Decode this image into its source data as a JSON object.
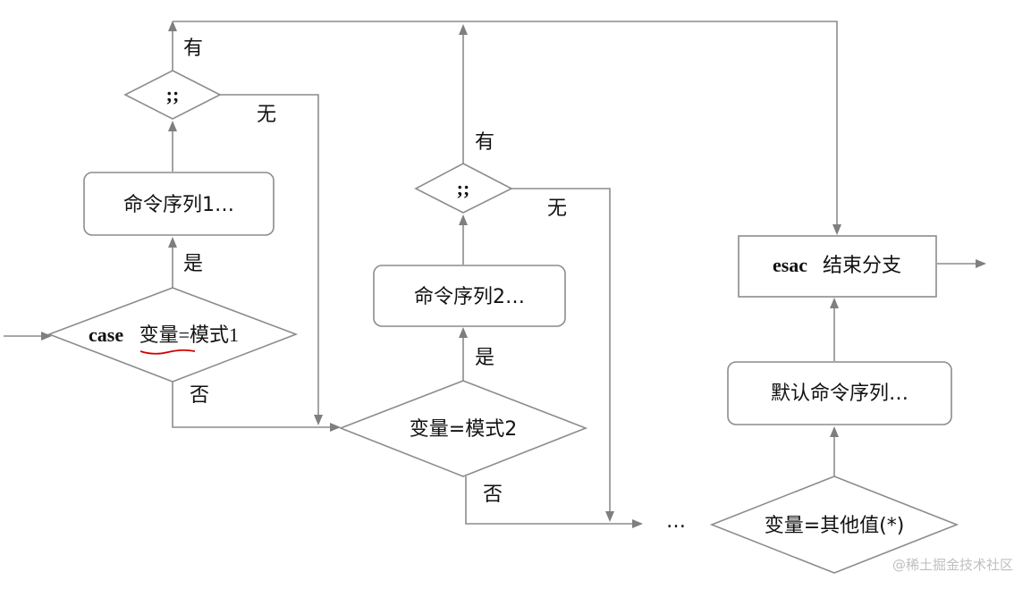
{
  "nodes": {
    "decision1": {
      "keyword": "case",
      "variable": "变量",
      "rest": "=模式1"
    },
    "decision2": {
      "text": "变量=模式2"
    },
    "decision3": {
      "text": "变量=其他值(*)"
    },
    "cmd1": {
      "text": "命令序列1…"
    },
    "cmd2": {
      "text": "命令序列2…"
    },
    "cmd_default": {
      "text": "默认命令序列…"
    },
    "check1": {
      "text": ";;"
    },
    "check2": {
      "text": ";;"
    },
    "end": {
      "keyword": "esac",
      "text": "结束分支"
    }
  },
  "labels": {
    "yes1": "是",
    "no1": "否",
    "has1": "有",
    "none1": "无",
    "yes2": "是",
    "no2": "否",
    "has2": "有",
    "none2": "无",
    "ellipsis": "…"
  },
  "watermark": "@稀土掘金技术社区",
  "colors": {
    "stroke": "#8c8c8c",
    "arrow": "#7f7f7f",
    "underline": "#d40000"
  }
}
